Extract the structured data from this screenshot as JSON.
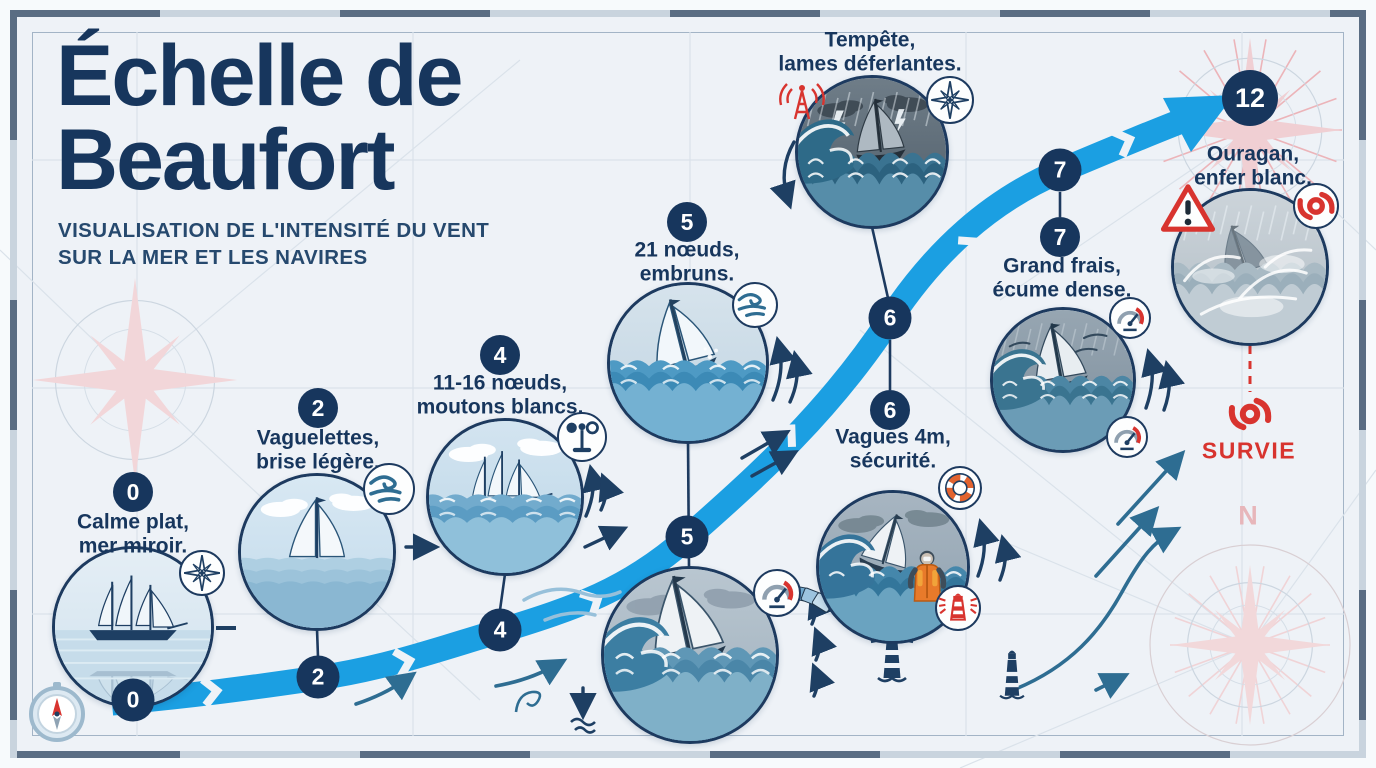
{
  "header": {
    "title_line1": "Échelle de",
    "title_line2": "Beaufort",
    "subtitle_line1": "VISUALISATION DE L'INTENSITÉ DU VENT",
    "subtitle_line2": "SUR LA MER ET LES NAVIRES"
  },
  "colors": {
    "navy": "#17365d",
    "arrow_blue": "#1b9fe2",
    "red": "#d8342f",
    "teal": "#2e6d92",
    "pink_rose": "#f0d0d3"
  },
  "stages": [
    {
      "force": "0",
      "label": "Calme plat,\nmer miroir.",
      "icon": "compass-rose-icon"
    },
    {
      "force": "2",
      "label": "Vaguelettes,\nbrise légère.",
      "icon": "wind-icon"
    },
    {
      "force": "4",
      "label": "11-16 nœuds,\nmoutons blancs.",
      "icon": "anemometer-icon"
    },
    {
      "force": "5",
      "label": "21 nœuds,\nembruns.",
      "icon": "wind-icon"
    },
    {
      "force": "6",
      "label": "Vagues 4m,\nsécurité.",
      "icons": [
        "lifebuoy-icon",
        "lighthouse-icon"
      ]
    },
    {
      "force": "7",
      "label": "Grand frais,\nécume dense.",
      "icons": [
        "gauge-icon",
        "gauge-icon"
      ]
    },
    {
      "force": "12",
      "label": "Ouragan,\nenfer blanc.",
      "icons": [
        "warning-icon",
        "hurricane-icon"
      ]
    }
  ],
  "storm_callout": {
    "label": "Tempête,\nlames déferlantes.",
    "icons": [
      "radio-antenna-icon",
      "compass-rose-icon"
    ]
  },
  "survival": {
    "label": "SURVIE",
    "icon": "hurricane-icon"
  },
  "compass": {
    "north_label": "N"
  }
}
